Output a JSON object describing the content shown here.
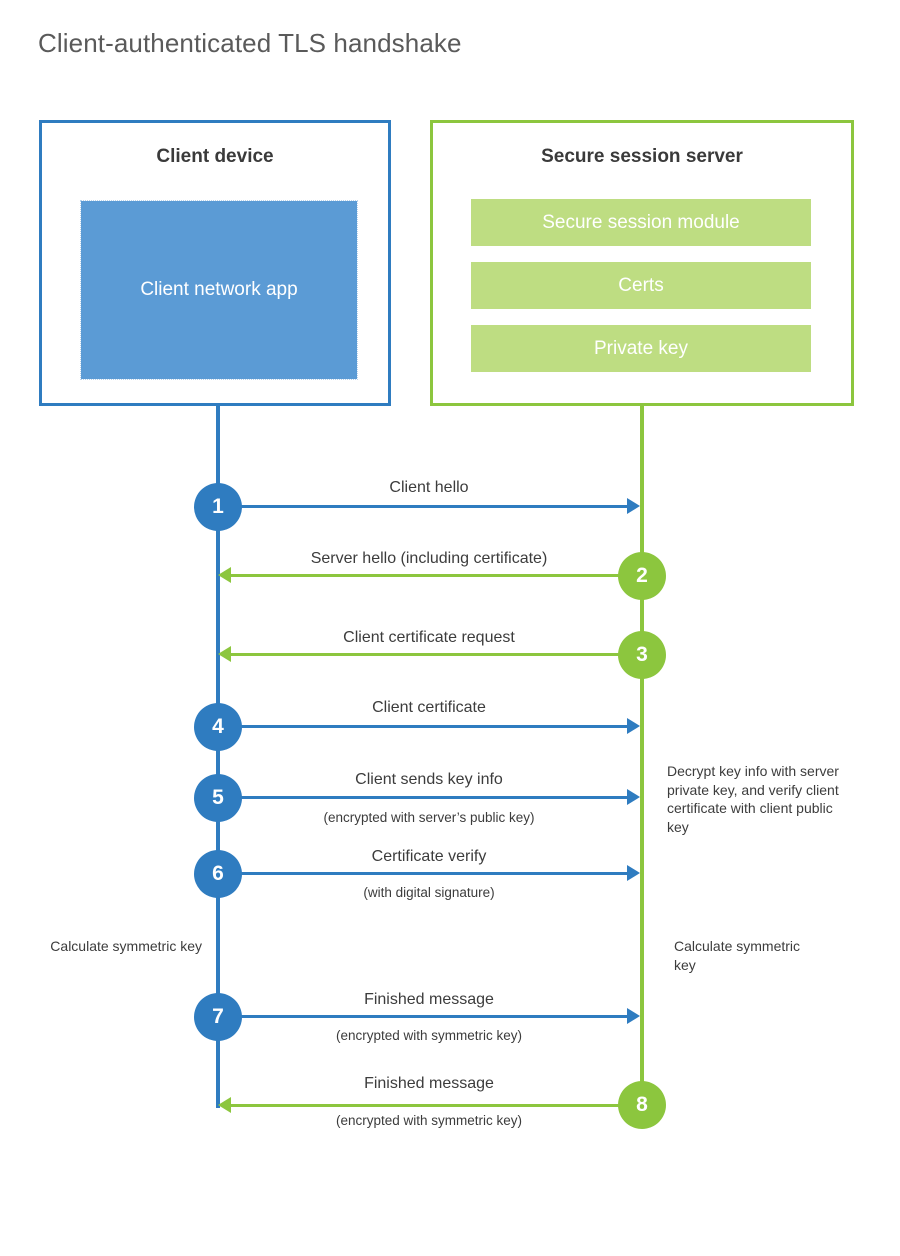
{
  "title": "Client-authenticated TLS handshake",
  "actors": {
    "client": {
      "title": "Client device",
      "component": "Client network app"
    },
    "server": {
      "title": "Secure session server",
      "components": [
        "Secure session module",
        "Certs",
        "Private key"
      ]
    }
  },
  "colors": {
    "client_blue": "#2f7cc0",
    "client_app_fill": "#5b9bd5",
    "server_green": "#8cc63e",
    "server_block_fill": "#bedd82",
    "title_gray": "#5a5a5a",
    "text_gray": "#3c3c3c"
  },
  "messages": [
    {
      "step": "1",
      "label": "Client hello",
      "sublabel": "",
      "direction": "client-to-server",
      "color": "blue"
    },
    {
      "step": "2",
      "label": "Server hello (including certificate)",
      "sublabel": "",
      "direction": "server-to-client",
      "color": "green"
    },
    {
      "step": "3",
      "label": "Client certificate request",
      "sublabel": "",
      "direction": "server-to-client",
      "color": "green"
    },
    {
      "step": "4",
      "label": "Client certificate",
      "sublabel": "",
      "direction": "client-to-server",
      "color": "blue"
    },
    {
      "step": "5",
      "label": "Client sends key info",
      "sublabel": "(encrypted with server’s public key)",
      "direction": "client-to-server",
      "color": "blue"
    },
    {
      "step": "6",
      "label": "Certificate verify",
      "sublabel": "(with digital signature)",
      "direction": "client-to-server",
      "color": "blue"
    },
    {
      "step": "7",
      "label": "Finished message",
      "sublabel": "(encrypted with symmetric key)",
      "direction": "client-to-server",
      "color": "blue"
    },
    {
      "step": "8",
      "label": "Finished message",
      "sublabel": "(encrypted with symmetric key)",
      "direction": "server-to-client",
      "color": "green"
    }
  ],
  "notes": {
    "server_decrypt": "Decrypt key info with server private key, and verify client certificate with client public key",
    "client_calculate": "Calculate symmetric key",
    "server_calculate": "Calculate symmetric key"
  }
}
